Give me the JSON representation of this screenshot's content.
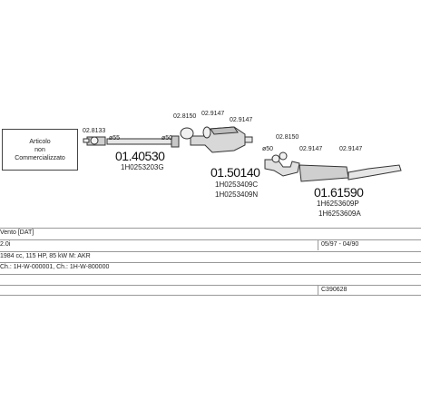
{
  "note": {
    "line1": "Articolo",
    "line2": "non",
    "line3": "Commercializzato"
  },
  "parts": {
    "p1": {
      "number": "01.40530",
      "oem": [
        "1H0253203G"
      ],
      "clamps": [
        "02.8133",
        "02.8150"
      ],
      "diameter": "ø55",
      "diameter_out": "ø50"
    },
    "p2": {
      "number": "01.50140",
      "oem": [
        "1H0253409C",
        "1H0253409N"
      ],
      "clamps": [
        "02.8150",
        "02.9147",
        "02.9147"
      ]
    },
    "p3": {
      "number": "01.61590",
      "oem": [
        "1H6253609P",
        "1H6253609A"
      ],
      "clamps": [
        "02.8150",
        "02.9147",
        "02.9147"
      ],
      "diameter": "ø50"
    }
  },
  "info": {
    "model": "Vento [DAT]",
    "engine": "2.0i",
    "dates": "05/97 - 04/90",
    "spec": "1984 cc, 115 HP, 85 kW  M: AKR",
    "chassis": "Ch.: 1H-W-000001, Ch.: 1H-W-800000",
    "code": "C390628"
  }
}
